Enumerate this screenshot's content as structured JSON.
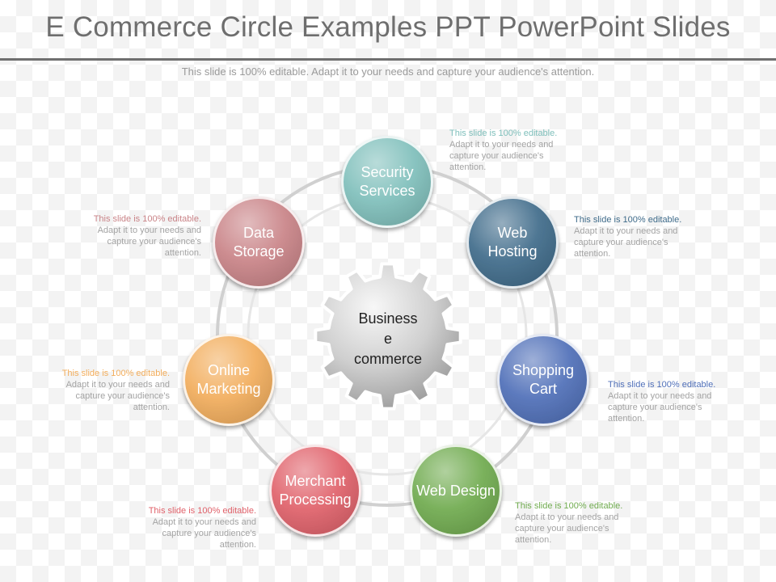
{
  "title": "E Commerce Circle Examples PPT PowerPoint Slides",
  "subtitle": "This slide is 100% editable. Adapt it to your needs and capture your audience's attention.",
  "center": {
    "label_lines": [
      "Business",
      "e",
      "commerce"
    ]
  },
  "nodes": [
    {
      "id": "security-services",
      "label": "Security Services",
      "color": "#7fbfbb"
    },
    {
      "id": "web-hosting",
      "label": "Web Hosting",
      "color": "#3f6b8a"
    },
    {
      "id": "shopping-cart",
      "label": "Shopping Cart",
      "color": "#4f6fb8"
    },
    {
      "id": "web-design",
      "label": "Web Design",
      "color": "#70ab4f"
    },
    {
      "id": "merchant-processing",
      "label": "Merchant Processing",
      "color": "#e0616a"
    },
    {
      "id": "online-marketing",
      "label": "Online Marketing",
      "color": "#f2ad5c"
    },
    {
      "id": "data-storage",
      "label": "Data Storage",
      "color": "#c98387"
    }
  ],
  "notes": [
    {
      "id": "security-services",
      "lead": "This slide is 100% editable.",
      "body": "Adapt it to your needs and capture your audience's attention.",
      "color": "#7fbfbb"
    },
    {
      "id": "web-hosting",
      "lead": "This slide is 100% editable.",
      "body": "Adapt it to your needs and capture your audience's attention.",
      "color": "#3f6b8a"
    },
    {
      "id": "shopping-cart",
      "lead": "This slide is 100% editable.",
      "body": "Adapt it to your needs and capture your audience's attention.",
      "color": "#4f6fb8"
    },
    {
      "id": "web-design",
      "lead": "This slide is 100% editable.",
      "body": "Adapt it to your needs and capture your audience's attention.",
      "color": "#70ab4f"
    },
    {
      "id": "merchant-processing",
      "lead": "This slide is 100% editable.",
      "body": "Adapt it to your needs and capture your audience's attention.",
      "color": "#e0616a"
    },
    {
      "id": "online-marketing",
      "lead": "This slide is 100% editable.",
      "body": "Adapt it to your needs and capture your audience's attention.",
      "color": "#f2ad5c"
    },
    {
      "id": "data-storage",
      "lead": "This slide is 100% editable.",
      "body": "Adapt it to your needs and capture your audience's attention.",
      "color": "#c98387"
    }
  ]
}
